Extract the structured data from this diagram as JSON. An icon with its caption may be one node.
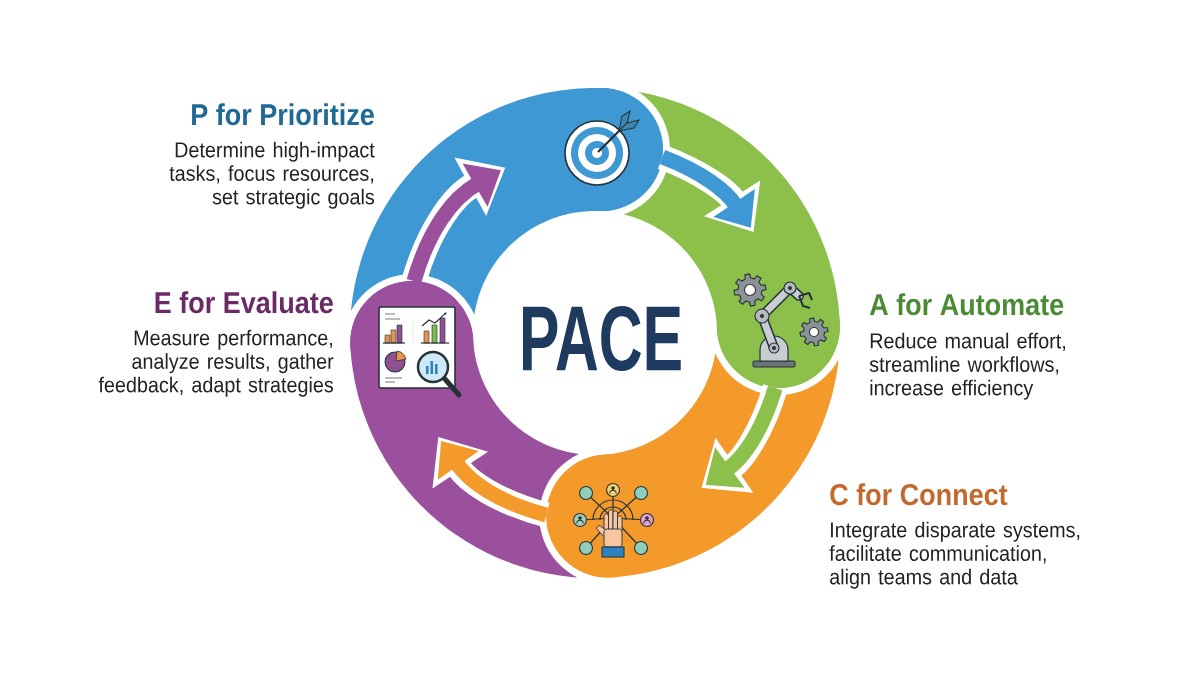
{
  "diagram": {
    "title": "PACE",
    "nodes": [
      {
        "text": [
          "P for Prioritize",
          "Determine high-impact tasks, focus resources, set strategic goals"
        ]
      },
      {
        "text": [
          "A for Automate",
          "Reduce manual effort, streamline workflows, increase efficiency"
        ]
      },
      {
        "text": [
          "C for Connect",
          "Integrate disparate systems, facilitate communication, align teams and data"
        ]
      },
      {
        "text": [
          "E for Evaluate",
          "Measure performance, analyze results, gather feedback, adapt strategies"
        ]
      }
    ],
    "edges": [
      {
        "from": 0,
        "to": 1,
        "arrow": "to",
        "color": "#3d98d3"
      },
      {
        "from": 1,
        "to": 2,
        "arrow": "to",
        "color": "#8cc04b"
      },
      {
        "from": 2,
        "to": 3,
        "arrow": "to",
        "color": "#f39a2b"
      },
      {
        "from": 3,
        "to": 0,
        "arrow": "to",
        "color": "#9b509e"
      }
    ]
  }
}
